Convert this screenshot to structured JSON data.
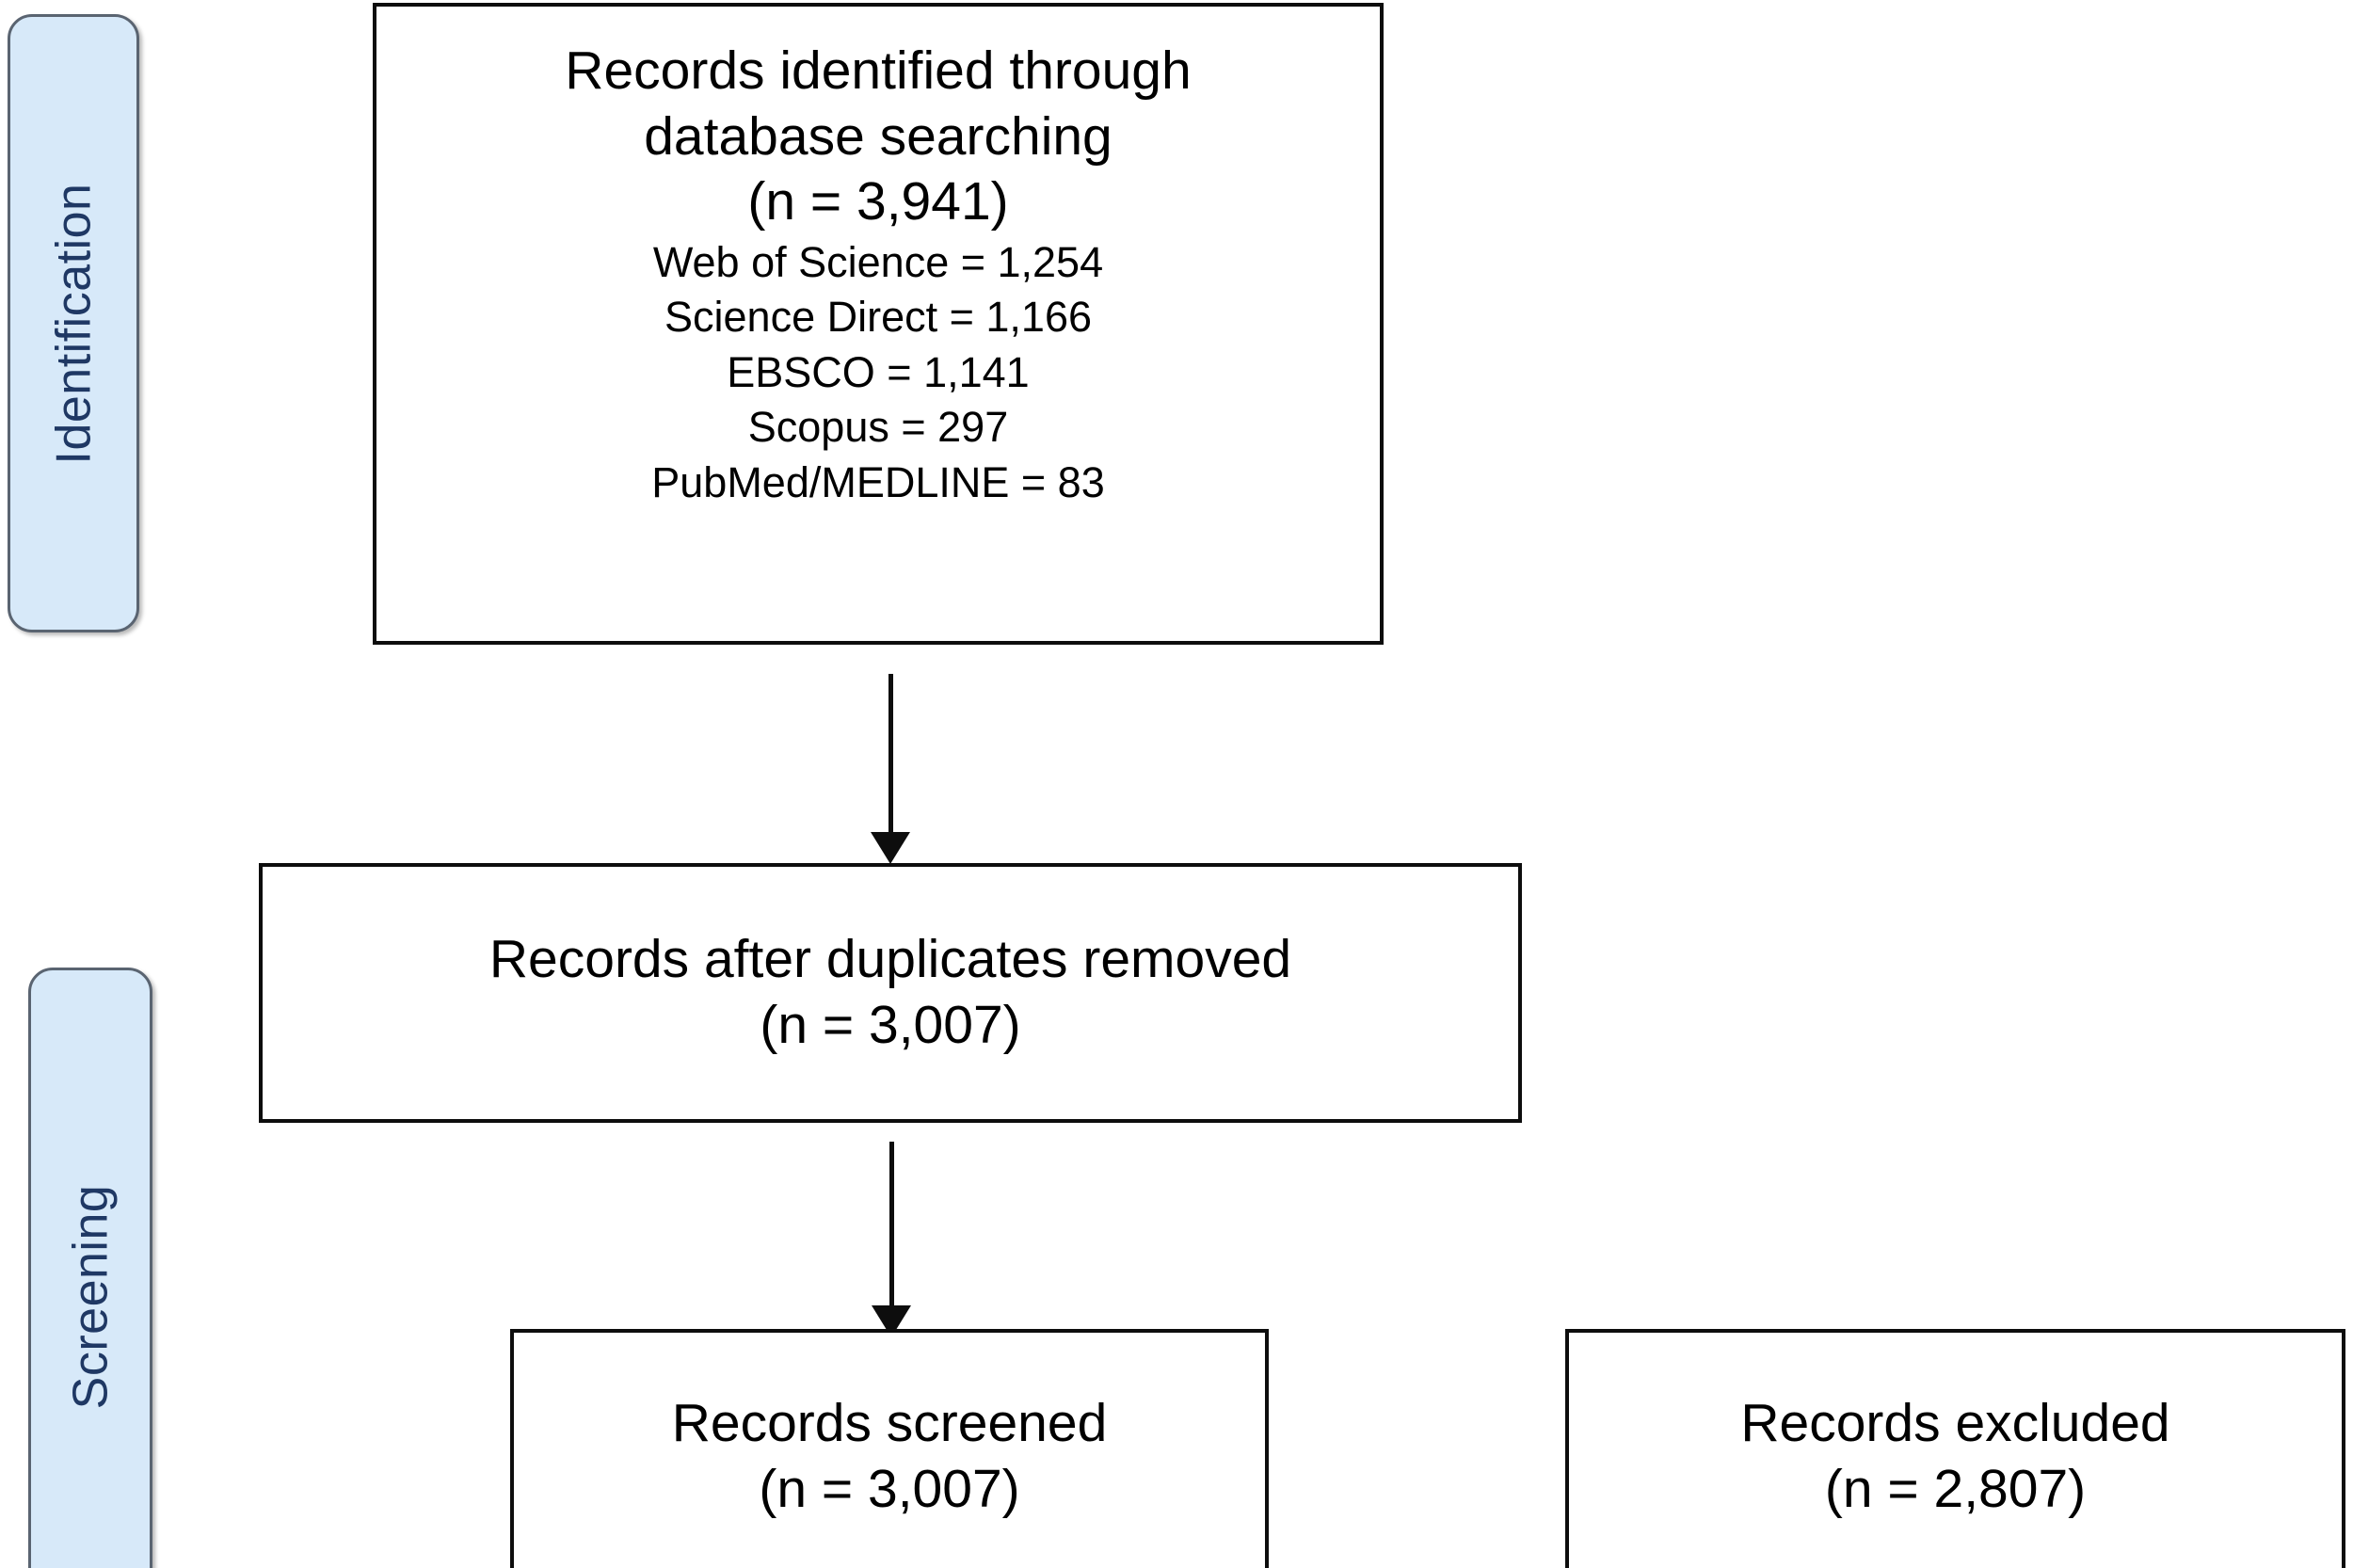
{
  "diagram": {
    "type": "prisma-flow-diagram",
    "colors": {
      "tab_fill": "#d7e9f9",
      "tab_border": "#5a6471",
      "tab_text": "#1f3864",
      "box_border": "#0d0d0d",
      "box_fill": "#ffffff",
      "arrow": "#0d0d0d"
    },
    "stages": [
      {
        "id": "identification",
        "label": "Identification"
      },
      {
        "id": "screening",
        "label": "Screening"
      }
    ],
    "boxes": {
      "identified": {
        "title_line_1": "Records identified through",
        "title_line_2": "database searching",
        "count": "(n = 3,941)",
        "sources": [
          "Web of Science = 1,254",
          "Science Direct = 1,166",
          "EBSCO = 1,141",
          "Scopus = 297",
          "PubMed/MEDLINE = 83"
        ]
      },
      "duplicates_removed": {
        "title": "Records after duplicates removed",
        "count": "(n = 3,007)"
      },
      "screened": {
        "title": "Records screened",
        "count": "(n = 3,007)"
      },
      "excluded": {
        "title": "Records excluded",
        "count": "(n = 2,807)"
      }
    }
  }
}
